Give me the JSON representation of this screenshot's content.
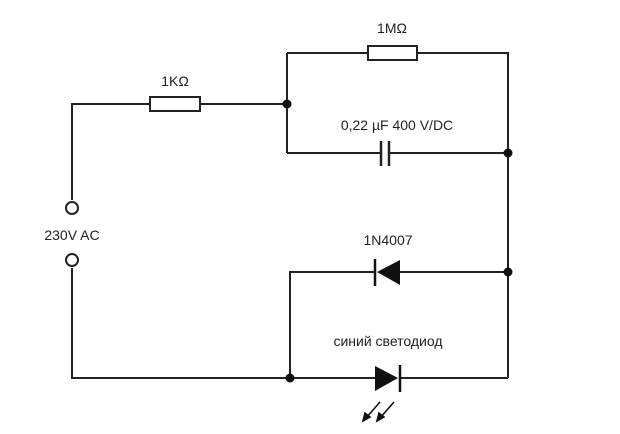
{
  "diagram": {
    "type": "circuit-schematic",
    "components": {
      "r1": {
        "kind": "resistor",
        "label": "1KΩ"
      },
      "r2": {
        "kind": "resistor",
        "label": "1MΩ"
      },
      "c1": {
        "kind": "capacitor",
        "label": "0,22 µF 400 V/DC"
      },
      "d1": {
        "kind": "diode",
        "label": "1N4007"
      },
      "led": {
        "kind": "led",
        "label": "синий светодиод"
      },
      "source": {
        "kind": "ac-terminals",
        "label": "230V AC"
      }
    },
    "colors": {
      "line": "#222222",
      "background": "#ffffff"
    }
  }
}
